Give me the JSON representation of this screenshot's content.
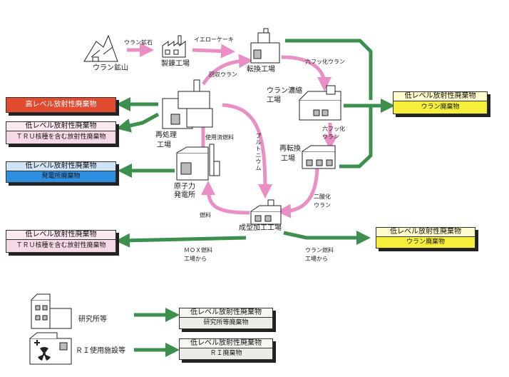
{
  "facilities": {
    "mine": "ウラン鉱山",
    "refinery": "製錬工場",
    "conversion": "転換工場",
    "enrichment_l1": "ウラン濃縮",
    "enrichment_l2": "工場",
    "reprocess_l1": "再処理",
    "reprocess_l2": "工場",
    "reconversion_l1": "再転換",
    "reconversion_l2": "工場",
    "npp_l1": "原子力",
    "npp_l2": "発電所",
    "fabrication": "成型加工工場",
    "lab": "研究所等",
    "ri": "ＲＩ使用施設等"
  },
  "flows": {
    "ore": "ウラン鉱石",
    "yellowcake": "イエローケーキ",
    "recovered_uranium": "回収ウラン",
    "uf6_top": "六フッ化ウラン",
    "uf6_mid_l1": "六フッ化",
    "uf6_mid_l2": "ウラン",
    "plutonium": "プルトニウム",
    "spent_fuel": "使用済燃料",
    "uo2_l1": "二酸化",
    "uo2_l2": "ウラン",
    "fuel": "燃料",
    "mox_l1": "ＭＯＸ燃料",
    "mox_l2": "工場から",
    "ufuel_l1": "ウラン燃料",
    "ufuel_l2": "工場から"
  },
  "wastes": {
    "high": "高レベル放射性廃棄物",
    "tru1": {
      "line1": "低レベル放射性廃棄物",
      "line2": "ＴＲＵ核種を含む放射性廃棄物"
    },
    "npp": {
      "line1": "低レベル放射性廃棄物",
      "line2": "発電所廃棄物"
    },
    "tru2": {
      "line1": "低レベル放射性廃棄物",
      "line2": "ＴＲＵ核種を含む放射性廃棄物"
    },
    "uranium1": {
      "line1": "低レベル放射性廃棄物",
      "line2": "ウラン廃棄物"
    },
    "uranium2": {
      "line1": "低レベル放射性廃棄物",
      "line2": "ウラン廃棄物"
    },
    "lab": {
      "line1": "低レベル放射性廃棄物",
      "line2": "研究所等廃棄物"
    },
    "ri": {
      "line1": "低レベル放射性廃棄物",
      "line2": "ＲＩ廃棄物"
    }
  },
  "colors": {
    "pink_flow": "#e98fc6",
    "green_flow": "#3d8f4e",
    "high_level": "#e04a2e",
    "tru": "#f7d8e6",
    "npp": "#2f8ee0",
    "uranium": "#f5ee3a",
    "lab_ri": "#ecece6"
  },
  "icons": [
    "mine-icon",
    "refinery-icon",
    "conversion-plant-icon",
    "enrichment-plant-icon",
    "reprocessing-plant-icon",
    "reconversion-plant-icon",
    "power-plant-icon",
    "fabrication-plant-icon",
    "lab-building-icon",
    "ri-facility-icon",
    "radiation-icon"
  ]
}
